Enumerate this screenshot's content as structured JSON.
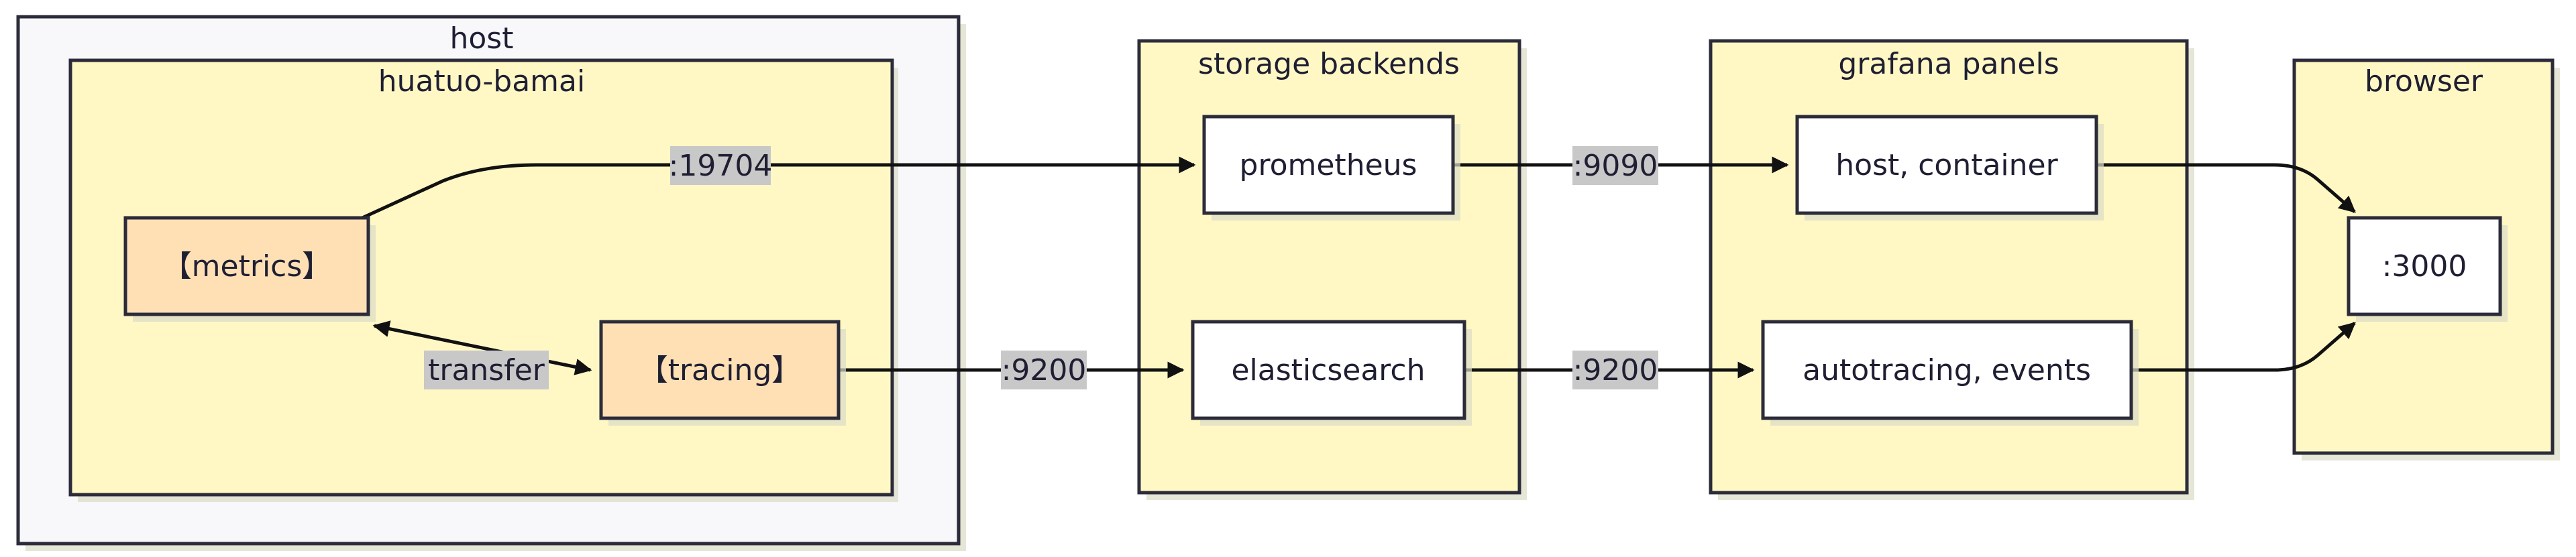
{
  "clusters": {
    "host": {
      "title": "host"
    },
    "bamai": {
      "title": "huatuo-bamai"
    },
    "storage": {
      "title": "storage backends"
    },
    "grafana": {
      "title": "grafana panels"
    },
    "browser": {
      "title": "browser"
    }
  },
  "nodes": {
    "metrics": {
      "label": "【metrics】"
    },
    "tracing": {
      "label": "【tracing】"
    },
    "prometheus": {
      "label": "prometheus"
    },
    "elasticsearch": {
      "label": "elasticsearch"
    },
    "host_container": {
      "label": "host, container"
    },
    "autotracing_events": {
      "label": "autotracing, events"
    },
    "port_3000": {
      "label": ":3000"
    }
  },
  "edges": {
    "metrics_to_prometheus": {
      "label": ":19704"
    },
    "tracing_metrics_transfer": {
      "label": "transfer"
    },
    "tracing_to_elasticsearch": {
      "label": ":9200"
    },
    "prometheus_to_grafana": {
      "label": ":9090"
    },
    "elasticsearch_to_grafana": {
      "label": ":9200"
    }
  },
  "colors": {
    "host_fill": "#f8f8fb",
    "cluster_fill": "#fff8c5",
    "cluster_stroke": "#2b2b3a",
    "source_node_fill": "#ffe0b5",
    "node_fill": "#ffffff",
    "edge_label_bg": "#c8c8c8",
    "edge": "#111111"
  }
}
